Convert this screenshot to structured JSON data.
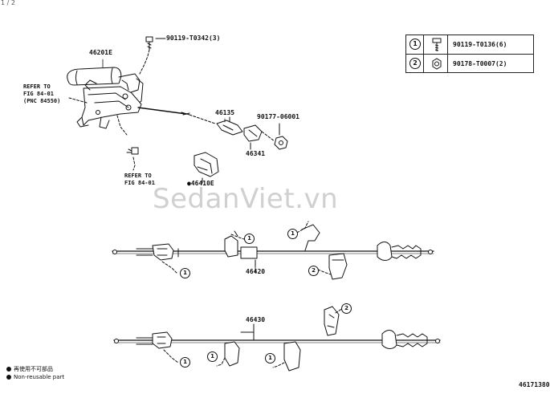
{
  "page_number": "1 / 2",
  "watermark": "SedanViet.vn",
  "figure_number": "46171380",
  "labels": {
    "lever_assy": "46201E",
    "bolt_top": "90119-T0342(3)",
    "ref_fig_upper_line1": "REFER TO",
    "ref_fig_upper_line2": "FIG 84-01",
    "ref_fig_upper_line3": "(PNC 84550)",
    "ref_fig_lower_line1": "REFER TO",
    "ref_fig_lower_line2": "FIG 84-01",
    "equalizer": "46135",
    "nut": "90177-06001",
    "clip": "46341",
    "retainer": "●46410E",
    "cable_no2": "46420",
    "cable_no3": "46430"
  },
  "legend": {
    "rows": [
      {
        "num": "1",
        "icon": "bolt-icon",
        "part": "90119-T0136(6)"
      },
      {
        "num": "2",
        "icon": "nut-icon",
        "part": "90178-T0007(2)"
      }
    ]
  },
  "callouts": [
    "1",
    "2"
  ],
  "notes": [
    {
      "text": "再使用不可部品"
    },
    {
      "text": "Non-reusable part"
    }
  ]
}
